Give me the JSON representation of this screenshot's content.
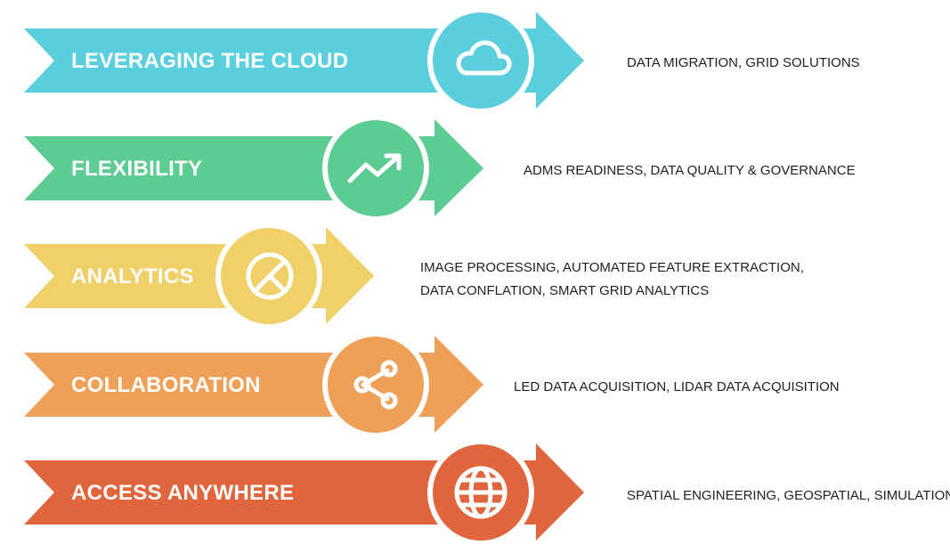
{
  "rows": [
    {
      "title": "LEVERAGING THE CLOUD",
      "icon": "cloud-icon",
      "color": "#5BCFDE",
      "description_lines": [
        "DATA MIGRATION, GRID SOLUTIONS"
      ]
    },
    {
      "title": "FLEXIBILITY",
      "icon": "trending-up-icon",
      "color": "#5DCC92",
      "description_lines": [
        "ADMS READINESS, DATA QUALITY & GOVERNANCE"
      ]
    },
    {
      "title": "ANALYTICS",
      "icon": "pie-chart-icon",
      "color": "#F0D068",
      "description_lines": [
        "IMAGE PROCESSING, AUTOMATED FEATURE EXTRACTION,",
        "DATA CONFLATION, SMART GRID ANALYTICS"
      ]
    },
    {
      "title": "COLLABORATION",
      "icon": "share-icon",
      "color": "#EEA058",
      "description_lines": [
        "LED DATA ACQUISITION, LIDAR DATA ACQUISITION"
      ]
    },
    {
      "title": "ACCESS ANYWHERE",
      "icon": "globe-icon",
      "color": "#E0653C",
      "description_lines": [
        "SPATIAL ENGINEERING, GEOSPATIAL, SIMULATION"
      ]
    }
  ]
}
